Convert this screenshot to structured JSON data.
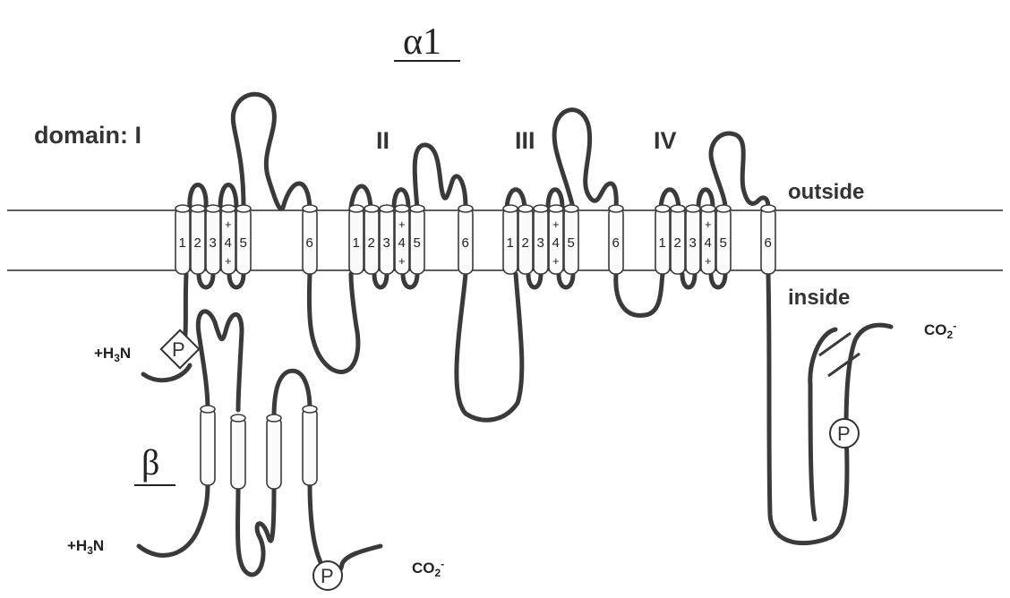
{
  "title": "α1",
  "domain_label": "domain: I",
  "domains": [
    "II",
    "III",
    "IV"
  ],
  "outside_label": "outside",
  "inside_label": "inside",
  "beta_label": "β",
  "helix_numbers": [
    "1",
    "2",
    "3",
    "4",
    "5",
    "6"
  ],
  "charge_symbol": "+",
  "phospho_symbol": "P",
  "n_terminus_alpha": "+H3N",
  "n_terminus_beta": "+H3N",
  "c_terminus_alpha": "CO2-",
  "c_terminus_beta": "CO2-"
}
